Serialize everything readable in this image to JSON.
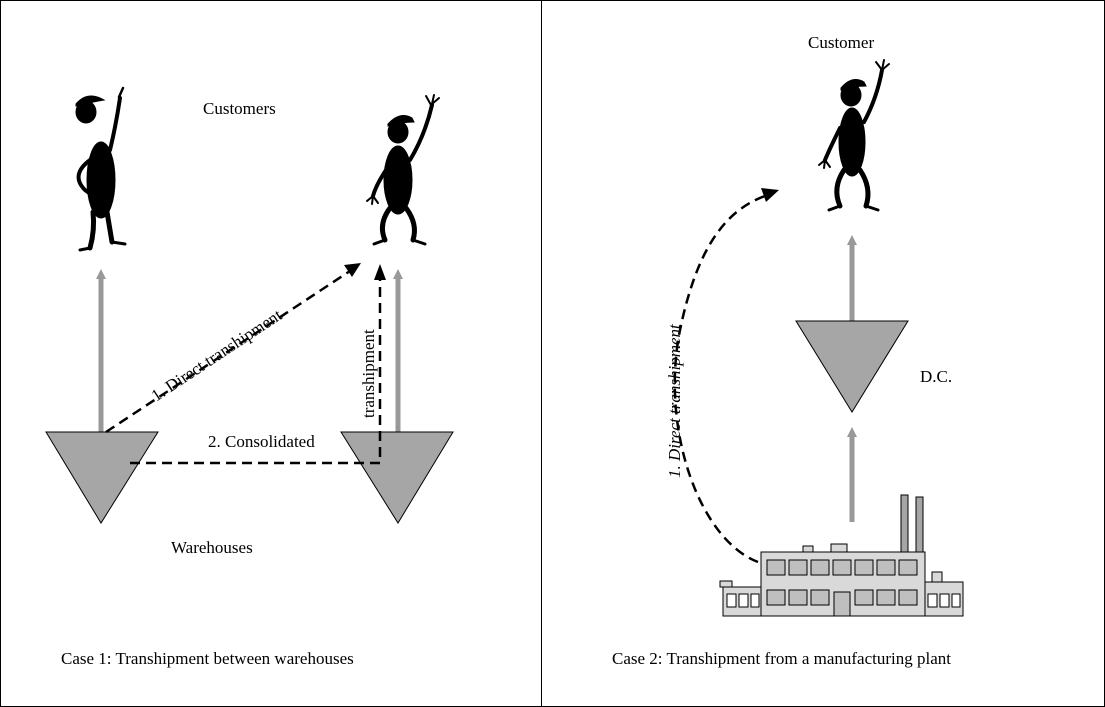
{
  "case1": {
    "customers_label": "Customers",
    "warehouses_label": "Warehouses",
    "direct_label": "1. Direct transhipment",
    "consolidated_label": "2. Consolidated",
    "transhipment_label": "transhipment",
    "caption": "Case 1: Transhipment between warehouses"
  },
  "case2": {
    "customer_label": "Customer",
    "dc_label": "D.C.",
    "direct_label": "1. Direct transhipment",
    "caption": "Case 2: Transhipment from a manufacturing plant"
  },
  "colors": {
    "gray_flow": "#999999",
    "triangle_fill": "#a6a6a6",
    "dashed": "#000000",
    "figure": "#000000"
  }
}
